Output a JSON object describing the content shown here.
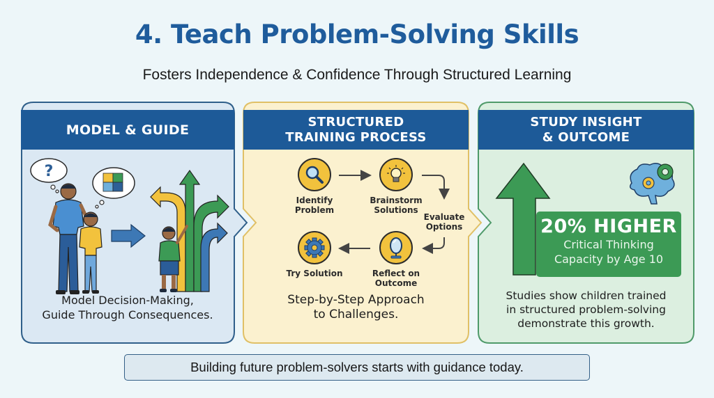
{
  "header": {
    "title": "4. Teach Problem-Solving Skills",
    "subtitle": "Fosters Independence & Confidence Through Structured Learning"
  },
  "colors": {
    "title_blue": "#1f5c9c",
    "header_blue": "#1d5a98",
    "panel1_bg": "#dbe8f3",
    "panel1_border": "#2f5f8a",
    "panel2_bg": "#fbf1cf",
    "panel2_border": "#e0c066",
    "panel3_bg": "#dcefe0",
    "panel3_border": "#4f9a6a",
    "accent_yellow": "#f2c23d",
    "accent_green": "#3c9a55",
    "accent_blue": "#3d78b5"
  },
  "panels": [
    {
      "title": "MODEL & GUIDE",
      "caption_line1": "Model Decision-Making,",
      "caption_line2": "Guide Through Consequences.",
      "illustration": {
        "thought_bubble_1": "?",
        "thought_bubble_2": "puzzle-icon",
        "figures": [
          "parent",
          "child"
        ],
        "arrow": "arrow-right-icon",
        "paths": [
          "yellow-arrow-left",
          "green-arrow-up",
          "green-arrow-right",
          "blue-arrow-right"
        ]
      }
    },
    {
      "title_line1": "STRUCTURED",
      "title_line2": "TRAINING PROCESS",
      "steps": [
        {
          "label_line1": "Identify",
          "label_line2": "Problem",
          "icon": "magnifier-icon"
        },
        {
          "label_line1": "Brainstorm",
          "label_line2": "Solutions",
          "icon": "lightbulb-icon"
        },
        {
          "label_line1": "Evaluate",
          "label_line2": "Options",
          "icon": ""
        },
        {
          "label_line1": "Reflect on",
          "label_line2": "Outcome",
          "icon": "mirror-icon"
        },
        {
          "label_line1": "Try Solution",
          "label_line2": "",
          "icon": "gear-icon"
        }
      ],
      "caption_line1": "Step-by-Step Approach",
      "caption_line2": "to Challenges."
    },
    {
      "title_line1": "STUDY INSIGHT",
      "title_line2": "& OUTCOME",
      "stat_value": "20% HIGHER",
      "stat_line1": "Critical Thinking",
      "stat_line2": "Capacity by Age 10",
      "caption_line1": "Studies show children trained",
      "caption_line2": "in structured problem-solving",
      "caption_line3": "demonstrate this growth."
    }
  ],
  "footer": {
    "banner": "Building future problem-solvers starts with guidance today."
  }
}
